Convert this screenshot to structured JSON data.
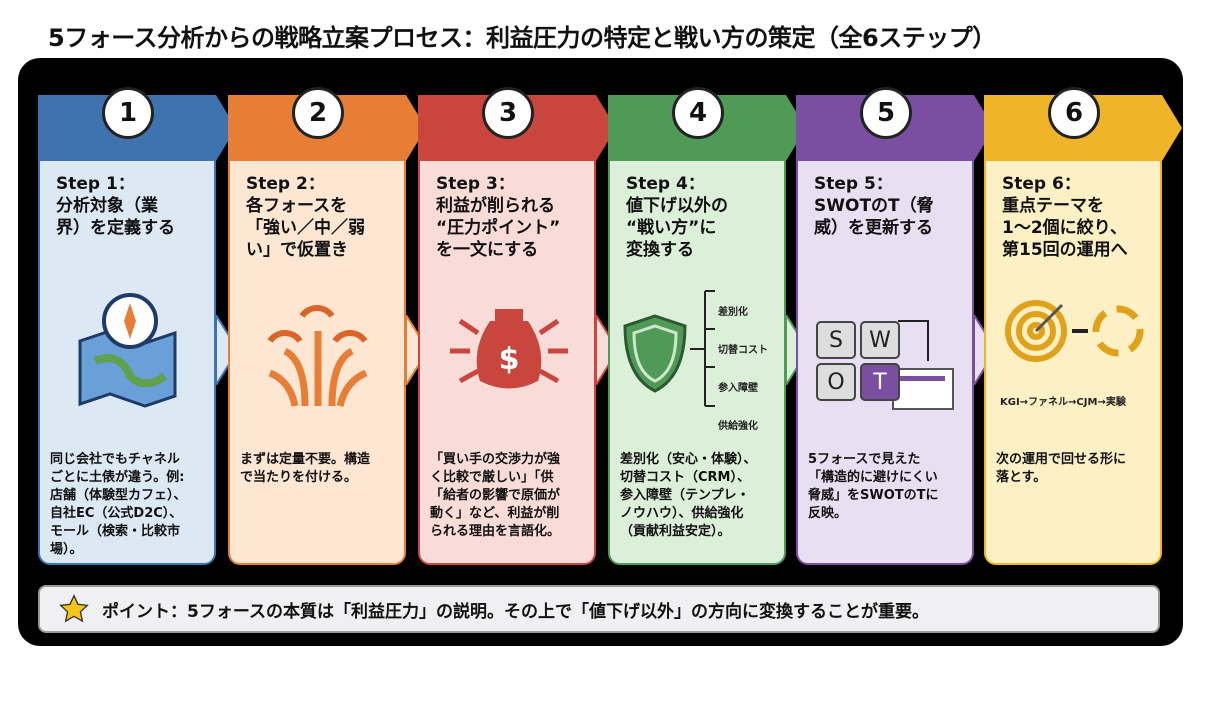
{
  "title": "5フォース分析からの戦略立案プロセス：利益圧力の特定と戦い方の策定（全6ステップ）",
  "colors": {
    "blue": "#3f73b0",
    "orange": "#e67e35",
    "red": "#c8463d",
    "green": "#4e9a56",
    "purple": "#7a4ea0",
    "yellow": "#f0b429"
  },
  "steps": [
    {
      "number": "1",
      "title": "Step 1：\n分析対象（業\n界）を定義する",
      "icon": "compass-map-icon",
      "desc": "同じ会社でもチャネル\nごとに土俵が違う。例:\n店舗（体験型カフェ）、\n自社EC（公式D2C）、\nモール（検索・比較市\n場）。"
    },
    {
      "number": "2",
      "title": "Step 2：\n各フォースを\n「強い／中／弱\nい」で仮置き",
      "icon": "gauges-arrows-icon",
      "desc": "まずは定量不要。構造\nで当たりを付ける。"
    },
    {
      "number": "3",
      "title": "Step 3：\n利益が削られる\n“圧力ポイント”\nを一文にする",
      "icon": "money-bag-pressure-icon",
      "desc": "「買い手の交渉力が強\nく比較で厳しい」「供\n「給者の影響で原価が\n動く」など、利益が削\nられる理由を言語化。"
    },
    {
      "number": "4",
      "title": "Step 4：\n値下げ以外の\n“戦い方”に\n変換する",
      "icon": "shield-branches-icon",
      "branches": [
        "差別化",
        "切替コスト",
        "参入障壁",
        "供給強化"
      ],
      "desc": "差別化（安心・体験）、\n切替コスト（CRM）、\n参入障壁（テンプレ・\nノウハウ）、供給強化\n（貢献利益安定）。"
    },
    {
      "number": "5",
      "title": "Step 5：\nSWOTのT（脅\n威）を更新する",
      "icon": "swot-grid-icon",
      "swot": [
        "S",
        "W",
        "O",
        "T"
      ],
      "desc": "5フォースで見えた\n「構造的に避けにくい\n脅威」をSWOTのTに\n反映。"
    },
    {
      "number": "6",
      "title": "Step 6：\n重点テーマを\n1〜2個に絞り、\n第15回の運用へ",
      "icon": "target-cycle-icon",
      "flow": "KGI→ファネル→CJM→実験",
      "desc": "次の運用で回せる形に\n落とす。"
    }
  ],
  "footer": "ポイント：5フォースの本質は「利益圧力」の説明。その上で「値下げ以外」の方向に変換することが重要。"
}
